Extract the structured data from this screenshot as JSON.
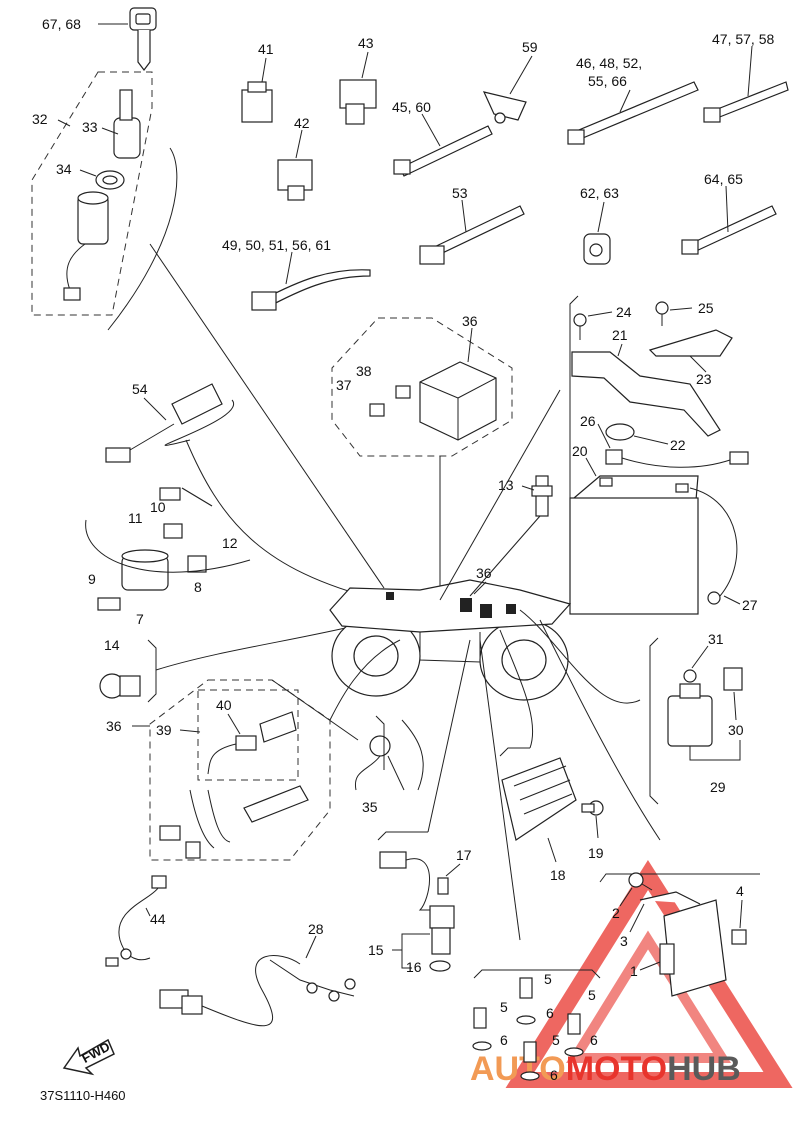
{
  "diagram_code": "37S1110-H460",
  "fwd_label": "FWD",
  "watermark": {
    "part1": "AUTO",
    "part2": "MOTO",
    "part3": "HUB",
    "color_red": "#e8342c",
    "color_orange": "#f29a55",
    "color_gray": "#5a5a5a"
  },
  "labels": {
    "l1": "1",
    "l2": "2",
    "l3": "3",
    "l4": "4",
    "l5a": "5",
    "l5b": "5",
    "l5c": "5",
    "l5d": "5",
    "l6a": "6",
    "l6b": "6",
    "l6c": "6",
    "l6d": "6",
    "l7": "7",
    "l8": "8",
    "l9": "9",
    "l10": "10",
    "l11": "11",
    "l12": "12",
    "l13": "13",
    "l14": "14",
    "l15": "15",
    "l16": "16",
    "l17": "17",
    "l18": "18",
    "l19": "19",
    "l20": "20",
    "l21": "21",
    "l22": "22",
    "l23": "23",
    "l24": "24",
    "l25": "25",
    "l26": "26",
    "l27": "27",
    "l28": "28",
    "l29": "29",
    "l30": "30",
    "l31": "31",
    "l32": "32",
    "l33": "33",
    "l34": "34",
    "l35": "35",
    "l36a": "36",
    "l36b": "36",
    "l36c": "36",
    "l37": "37",
    "l38": "38",
    "l39": "39",
    "l40": "40",
    "l41": "41",
    "l42": "42",
    "l43": "43",
    "l44": "44",
    "l4560": "45, 60",
    "l4648": "46, 48, 52,",
    "l5566": "55, 66",
    "l4757": "47, 57, 58",
    "l49": "49, 50, 51, 56, 61",
    "l53": "53",
    "l54": "54",
    "l59": "59",
    "l6263": "62, 63",
    "l6465": "64, 65",
    "l6768": "67, 68"
  }
}
